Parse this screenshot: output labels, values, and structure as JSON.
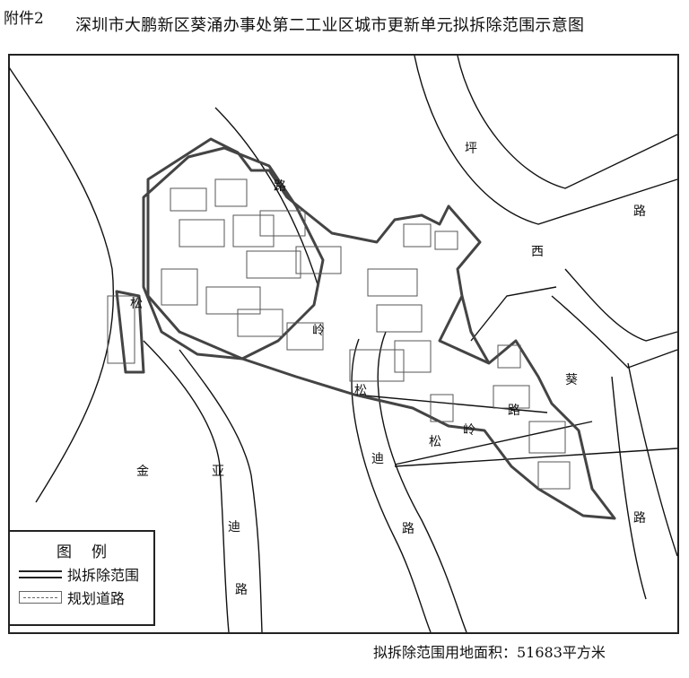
{
  "header": {
    "attachment": "附件2",
    "title": "深圳市大鹏新区葵涌办事处第二工业区城市更新单元拟拆除范围示意图"
  },
  "map": {
    "road_labels": [
      {
        "id": "ping-1",
        "text": "坪"
      },
      {
        "id": "ping-road",
        "text": "路"
      },
      {
        "id": "ping-xi",
        "text": "西"
      },
      {
        "id": "kui",
        "text": "葵"
      },
      {
        "id": "kui-road",
        "text": "路"
      },
      {
        "id": "song-1",
        "text": "松"
      },
      {
        "id": "ling-1",
        "text": "岭"
      },
      {
        "id": "song-2",
        "text": "松"
      },
      {
        "id": "song-3",
        "text": "松"
      },
      {
        "id": "ling-2",
        "text": "岭"
      },
      {
        "id": "lu-2",
        "text": "路"
      },
      {
        "id": "di",
        "text": "迪"
      },
      {
        "id": "di-road",
        "text": "路"
      },
      {
        "id": "jin",
        "text": "金"
      },
      {
        "id": "ya",
        "text": "亚"
      },
      {
        "id": "jin-di",
        "text": "迪"
      },
      {
        "id": "jin-road",
        "text": "路"
      },
      {
        "id": "top-road",
        "text": "路"
      }
    ],
    "colors": {
      "boundary": "#444444",
      "road": "#111111",
      "building": "#555555"
    }
  },
  "legend": {
    "title": "图例",
    "items": [
      {
        "label": "拟拆除范围",
        "symbol": "double-line"
      },
      {
        "label": "规划道路",
        "symbol": "dashed-road"
      }
    ]
  },
  "footer": {
    "area_text": "拟拆除范围用地面积：51683平方米"
  }
}
